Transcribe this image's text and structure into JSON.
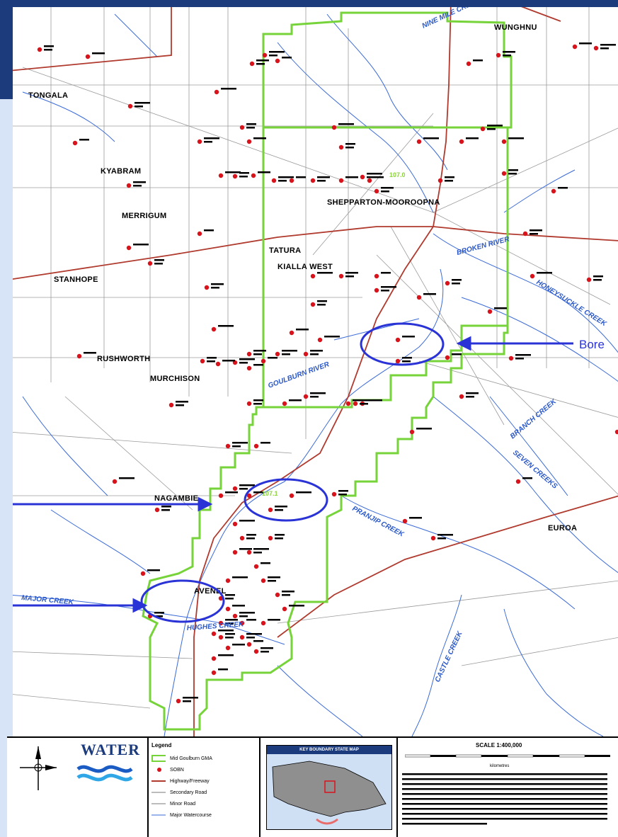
{
  "towns": {
    "wunghnu": "WUNGHNU",
    "tongala": "TONGALA",
    "kyabram": "KYABRAM",
    "merrigum": "MERRIGUM",
    "shepparton": "SHEPPARTON-MOOROOPNA",
    "tatura": "TATURA",
    "kialla_west": "KIALLA WEST",
    "stanhope": "STANHOPE",
    "rushworth": "RUSHWORTH",
    "murchison": "MURCHISON",
    "nagambie": "NAGAMBIE",
    "euroa": "EUROA",
    "avenel": "AVENEL"
  },
  "rivers": {
    "goulburn": "GOULBURN RIVER",
    "broken": "BROKEN RIVER",
    "honeysuckle": "HONEYSUCKLE CREEK",
    "seven": "SEVEN CREEKS",
    "branch": "BRANCH CREEK",
    "pranjip": "PRANJIP CREEK",
    "major": "MAJOR CREEK",
    "hughes": "HUGHES CREEK",
    "nine_mile": "NINE MILE CREEK",
    "castle": "CASTLE CREEK"
  },
  "gauge_labels": {
    "g1": "107.0",
    "g2": "107.1"
  },
  "callouts": {
    "bore": "Bore"
  },
  "legend": {
    "title": "Legend",
    "brand": "WATER",
    "items": [
      {
        "label": "Mid Goulburn GMA",
        "symbol": "gma"
      },
      {
        "label": "SOBN",
        "symbol": "dot"
      },
      {
        "label": "Highway/Freeway",
        "symbol": "highway"
      },
      {
        "label": "Secondary Road",
        "symbol": "secondary"
      },
      {
        "label": "Minor Road",
        "symbol": "minor"
      },
      {
        "label": "Major Watercourse",
        "symbol": "water"
      }
    ],
    "inset_title": "KEY BOUNDARY STATE MAP",
    "scale_title": "SCALE 1:400,000",
    "scale_unit": "kilometres",
    "colors": {
      "gma": "#76d33a",
      "dot": "#d8131c",
      "highway": "#b03a2e",
      "water": "#3a6ad8",
      "callout": "#2a33d6"
    }
  }
}
